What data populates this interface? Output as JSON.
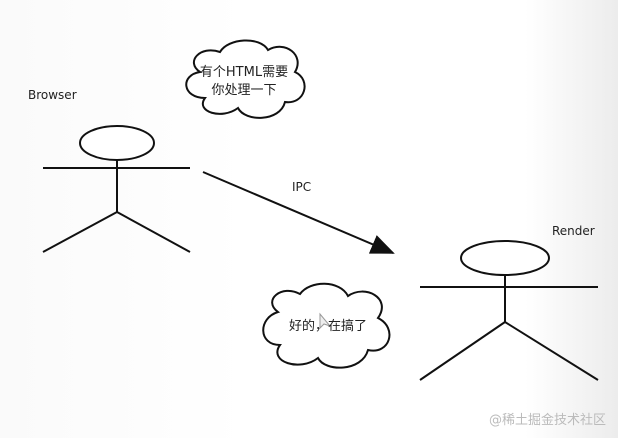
{
  "actors": {
    "browser": {
      "label": "Browser"
    },
    "render": {
      "label": "Render"
    }
  },
  "arrow": {
    "label": "IPC"
  },
  "bubbles": {
    "browser_line1": "有个HTML需要",
    "browser_line2": "你处理一下",
    "render": "好的，在搞了"
  },
  "watermark": "@稀土掘金技术社区"
}
